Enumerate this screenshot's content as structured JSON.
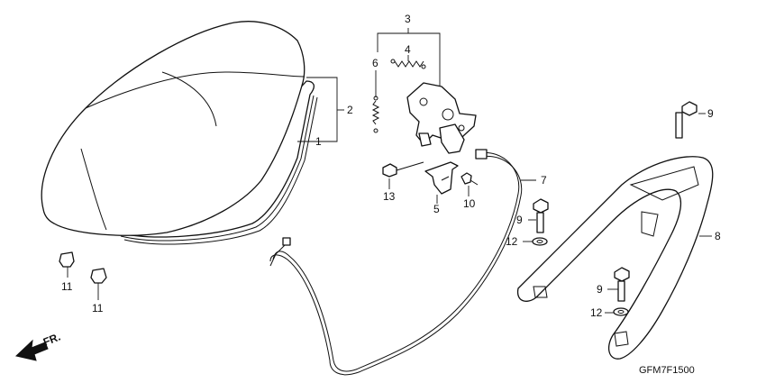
{
  "callouts": {
    "c1": "1",
    "c2": "2",
    "c3": "3",
    "c4": "4",
    "c5": "5",
    "c6": "6",
    "c7": "7",
    "c8": "8",
    "c9a": "9",
    "c9b": "9",
    "c9c": "9",
    "c10": "10",
    "c11a": "11",
    "c11b": "11",
    "c12a": "12",
    "c12b": "12",
    "c13": "13"
  },
  "direction_label": "FR.",
  "diagram_code": "GFM7F1500"
}
